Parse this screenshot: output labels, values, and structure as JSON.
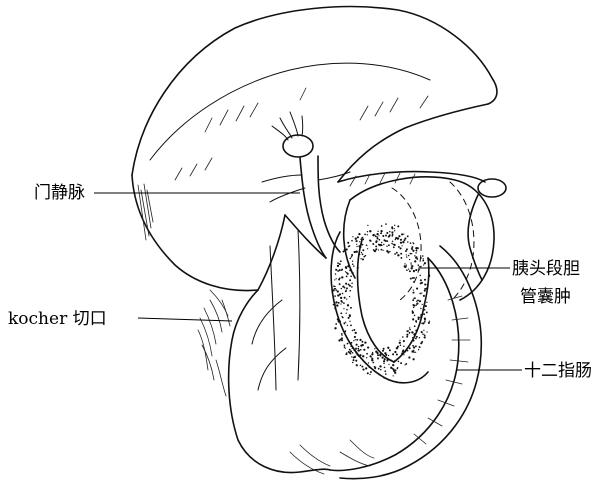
{
  "labels": {
    "portal_vein": "门静脉",
    "kocher_incision": "kocher 切口",
    "pancreatic_head_cyst_line1": "胰头段胆",
    "pancreatic_head_cyst_line2": "管囊肿",
    "duodenum": "十二指肠"
  }
}
